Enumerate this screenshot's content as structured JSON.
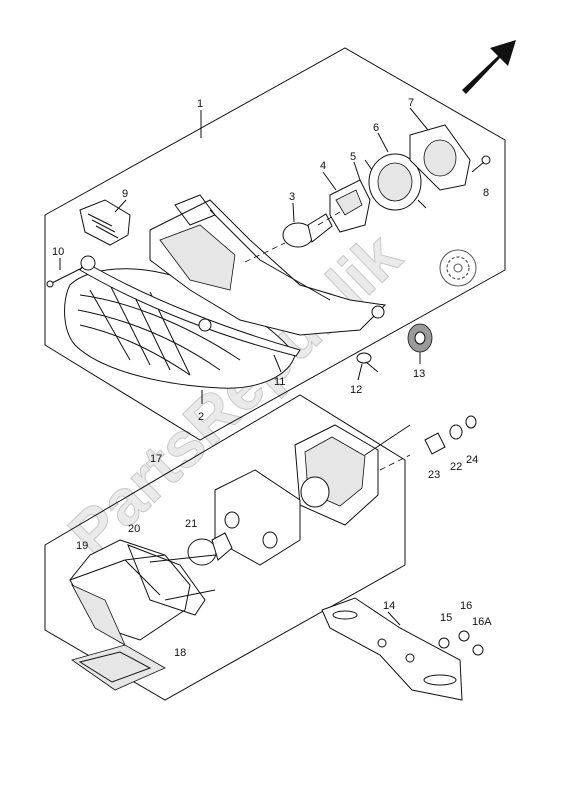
{
  "watermark": {
    "text": "PartsRepublik"
  },
  "direction_arrow": {
    "icon": "front-arrow-icon"
  },
  "gear_icon": {
    "icon": "gear-icon"
  },
  "labels": {
    "p1": "1",
    "p2": "2",
    "p3": "3",
    "p4": "4",
    "p5": "5",
    "p6": "6",
    "p7": "7",
    "p8": "8",
    "p9": "9",
    "p10": "10",
    "p11": "11",
    "p12": "12",
    "p13": "13",
    "p14": "14",
    "p15": "15",
    "p16": "16",
    "p16a": "16A",
    "p17": "17",
    "p18": "18",
    "p19": "19",
    "p20": "20",
    "p21": "21",
    "p22": "22",
    "p23": "23",
    "p24": "24"
  }
}
